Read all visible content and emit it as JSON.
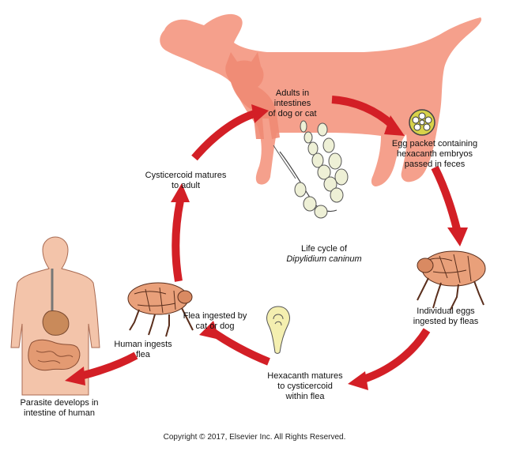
{
  "diagram": {
    "accent_color": "#d31f26",
    "dog_color": "#f5a08c",
    "labels": {
      "adults": "Adults in\nintestines\nof dog or cat",
      "egg_packet": "Egg packet containing\nhexacanth embryos\npassed in feces",
      "individual_eggs": "Individual eggs\ningested by fleas",
      "hexacanth": "Hexacanth matures\nto cysticercoid\nwithin flea",
      "flea_ingested": "Flea ingested by\ncat or dog",
      "cysticercoid": "Cysticercoid matures\nto adult",
      "human_ingests": "Human ingests\nflea",
      "parasite_human": "Parasite develops in\nintestine of human"
    },
    "center_title": {
      "line1": "Life cycle of",
      "species": "Dipylidium caninum"
    },
    "icons": [
      "dog-silhouette-icon",
      "cat-silhouette-icon",
      "tapeworm-icon",
      "egg-packet-icon",
      "flea-icon",
      "cysticercoid-icon",
      "human-body-icon"
    ]
  },
  "footer": {
    "copyright": "Copyright © 2017, Elsevier Inc. All Rights Reserved."
  }
}
